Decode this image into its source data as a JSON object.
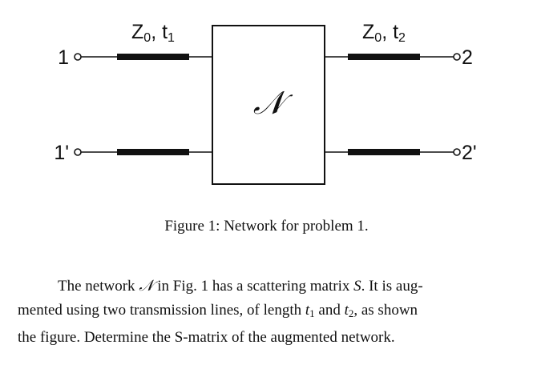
{
  "figure": {
    "network_symbol": "𝒩",
    "left_line_label": {
      "main": "Z",
      "z_sub": "0",
      "sep": ", t",
      "t_sub": "1"
    },
    "right_line_label": {
      "main": "Z",
      "z_sub": "0",
      "sep": ", t",
      "t_sub": "2"
    },
    "ports": {
      "p1": "1",
      "p1prime": "1'",
      "p2": "2",
      "p2prime": "2'"
    }
  },
  "caption": "Figure 1: Network for problem 1.",
  "paragraph": {
    "line1_a": "The network ",
    "network_symbol": "𝒩",
    "line1_b": " in Fig. 1 has a scattering matrix ",
    "matrix_symbol": "S",
    "line1_c": ". It is aug-",
    "line2_a": "mented using two transmission lines, of length ",
    "t_letter": "t",
    "t1_sub": "1",
    "line2_b": " and ",
    "t2_sub": "2",
    "line2_c": ", as shown",
    "line3": "the figure. Determine the S-matrix of the augmented network."
  }
}
